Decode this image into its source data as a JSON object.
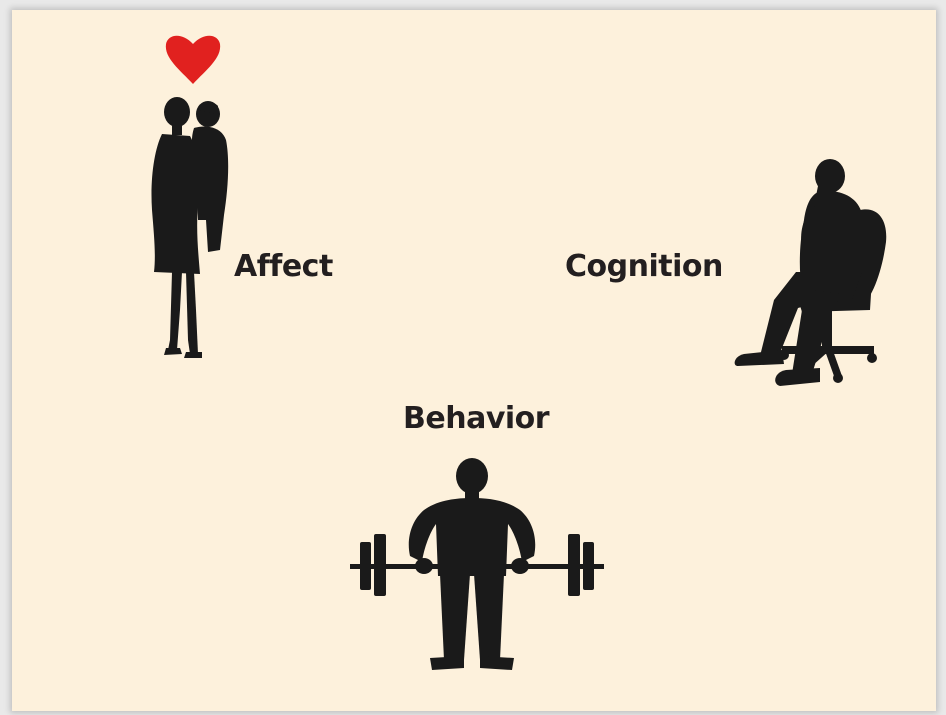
{
  "labels": {
    "affect": "Affect",
    "cognition": "Cognition",
    "behavior": "Behavior"
  },
  "icons": {
    "affect": "kissing-couple-icon",
    "heart": "heart-icon",
    "cognition": "thinking-man-in-chair-icon",
    "behavior": "weightlifter-icon"
  },
  "colors": {
    "background": "#fdf1dc",
    "silhouette": "#1a1a1a",
    "heart": "#e1211f",
    "text": "#231f20"
  }
}
